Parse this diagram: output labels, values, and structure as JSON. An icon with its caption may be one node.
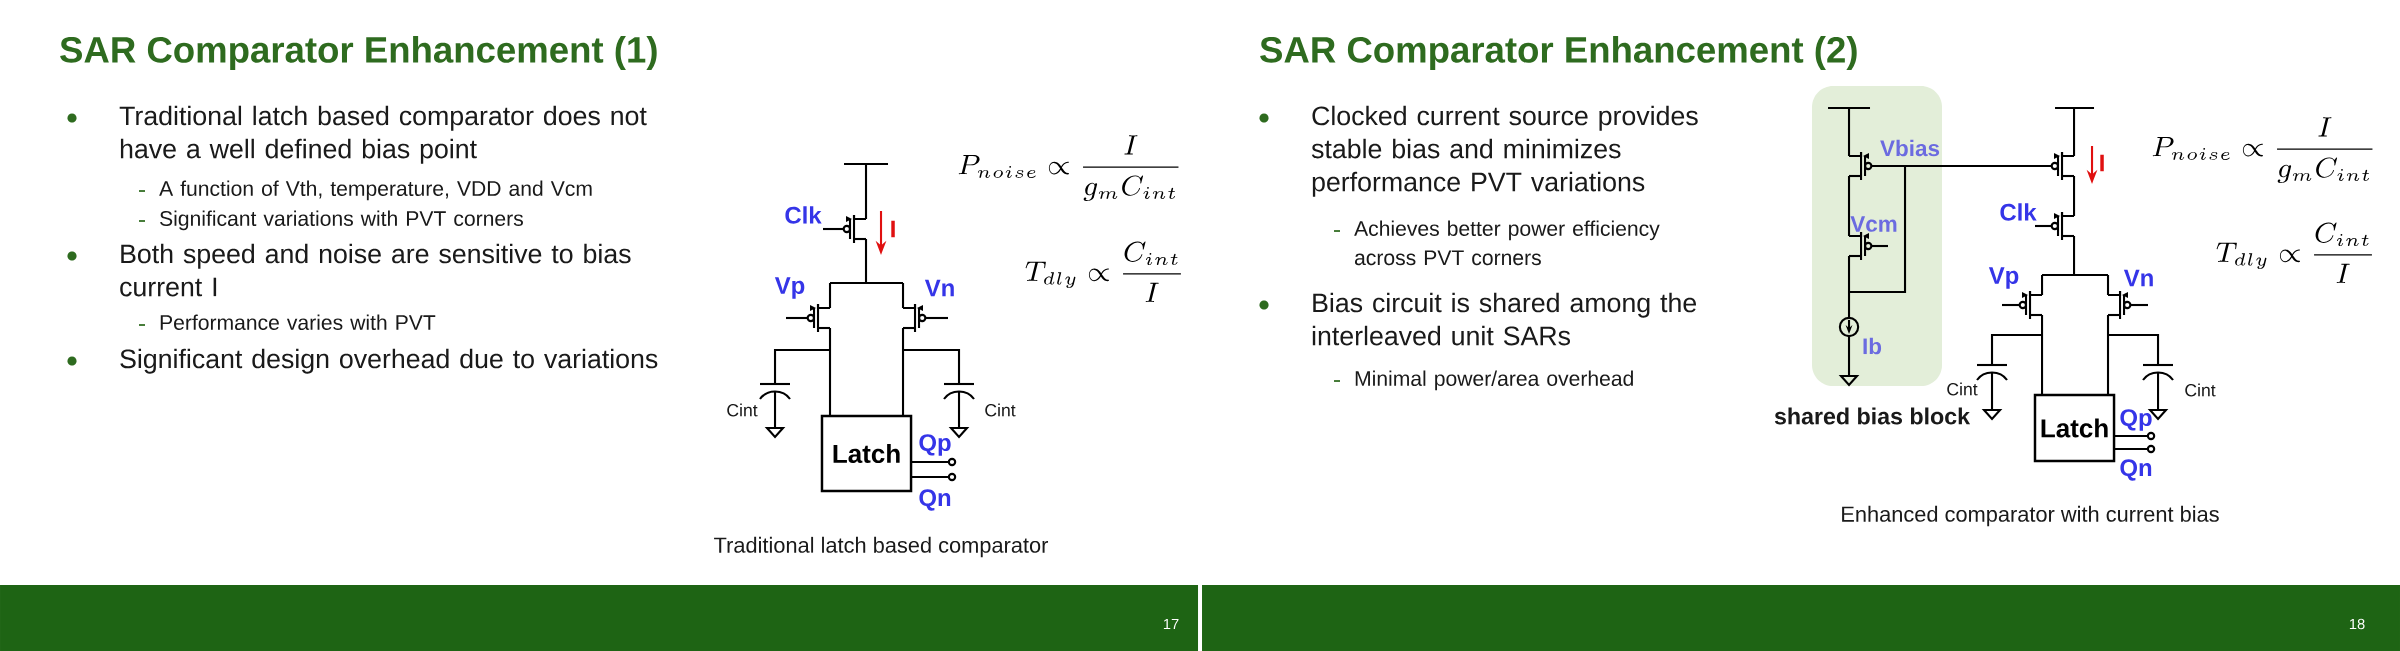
{
  "diagram": {
    "nodes": [
      {
        "text": [
          "Latch"
        ]
      },
      {
        "text": [
          "Latch"
        ]
      }
    ],
    "labels": [
      "SAR Comparator Enhancement (1)",
      "Traditional latch based comparator does not have a well defined bias point",
      "A function of Vth, temperature, VDD and Vcm",
      "Significant variations with PVT corners",
      "Both speed and noise are sensitive to bias current I",
      "Performance varies with PVT",
      "Significant design overhead due to variations",
      "Clk",
      "I",
      "Vp",
      "Vn",
      "Cint",
      "Cint",
      "Qp",
      "Qn",
      "P_{noise} \\propto \\frac{I}{g_m C_{int}}",
      "T_{dly} \\propto \\frac{C_{int}}{I}",
      "Traditional latch based comparator",
      "17",
      "SAR Comparator Enhancement (2)",
      "Clocked current source provides stable bias and minimizes performance PVT variations",
      "Achieves better power efficiency across PVT corners",
      "Bias circuit is shared among the interleaved unit SARs",
      "Minimal power/area overhead",
      "Vbias",
      "Vcm",
      "Ib",
      "I",
      "Clk",
      "Vp",
      "Vn",
      "Cint",
      "Cint",
      "Qp",
      "Qn",
      "P_{noise} \\propto \\frac{I}{g_m C_{int}}",
      "T_{dly} \\propto \\frac{C_{int}}{I}",
      "Enhanced comparator with current bias",
      "18",
      "shared bias block"
    ]
  }
}
